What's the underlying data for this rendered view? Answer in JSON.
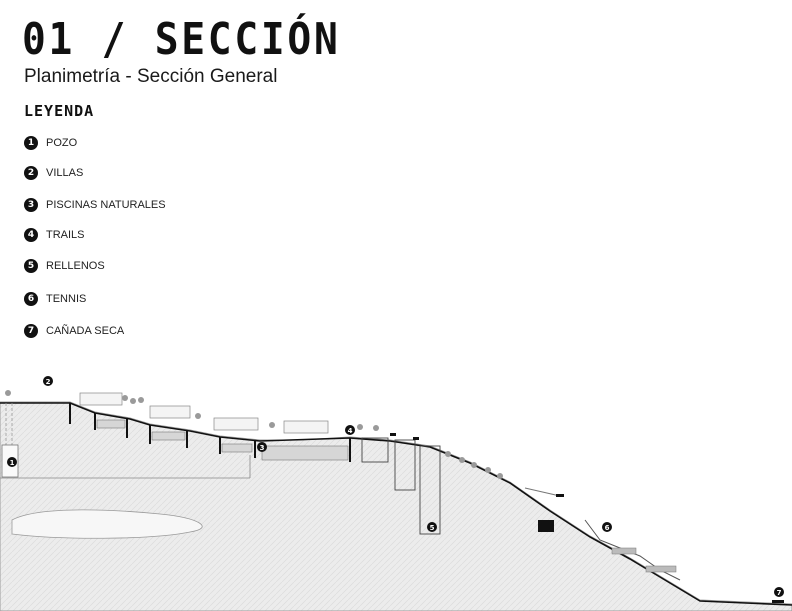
{
  "header": {
    "title": "01 / SECCIÓN",
    "subtitle": "Planimetría - Sección General"
  },
  "legend": {
    "title": "LEYENDA",
    "items": [
      {
        "num": "1",
        "label": "POZO"
      },
      {
        "num": "2",
        "label": "VILLAS"
      },
      {
        "num": "3",
        "label": "PISCINAS NATURALES"
      },
      {
        "num": "4",
        "label": "TRAILS"
      },
      {
        "num": "5",
        "label": "RELLENOS"
      },
      {
        "num": "6",
        "label": "TENNIS"
      },
      {
        "num": "7",
        "label": "CAÑADA SECA"
      }
    ]
  },
  "colors": {
    "ink": "#111111",
    "ground_fill": "#ececec",
    "ground_line": "#9a9a9a",
    "pool_fill": "#d6d6d6"
  }
}
